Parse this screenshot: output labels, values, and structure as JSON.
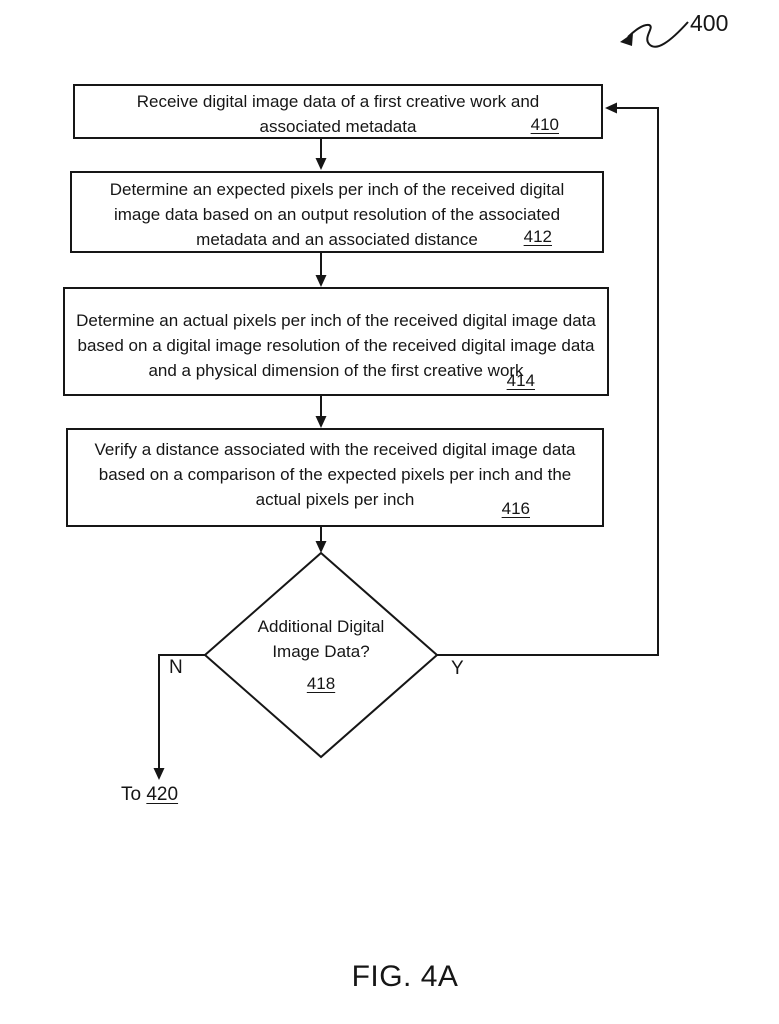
{
  "figure": {
    "reference_number": "400",
    "caption": "FIG. 4A",
    "ink_color": "#161616",
    "background_color": "#ffffff"
  },
  "boxes": [
    {
      "text": "Receive digital image data of a first creative work and associated metadata",
      "ref": "410"
    },
    {
      "text": "Determine an expected pixels per inch of the received digital image data based on an output resolution of the associated metadata and an associated distance",
      "ref": "412"
    },
    {
      "text": "Determine an actual pixels per inch of the received digital image data based on a digital image resolution of the received digital image data and a physical dimension of the first creative work",
      "ref": "414"
    },
    {
      "text": "Verify a distance associated with the received digital image data based on a comparison of the expected pixels per inch and the actual pixels per inch",
      "ref": "416"
    }
  ],
  "decision": {
    "text": "Additional Digital Image Data?",
    "ref": "418",
    "no_label": "N",
    "yes_label": "Y"
  },
  "exit": {
    "prefix": "To ",
    "ref": "420"
  }
}
